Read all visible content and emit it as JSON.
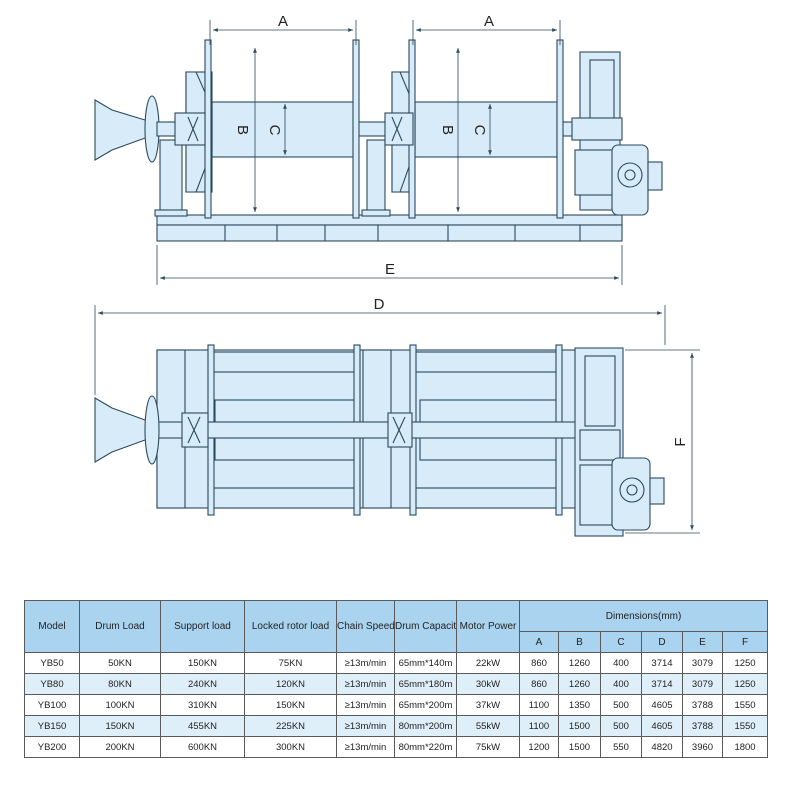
{
  "drawing": {
    "labels": {
      "dim_a_left": "A",
      "dim_a_right": "A",
      "dim_b_left": "B",
      "dim_c_left": "C",
      "dim_b_right": "B",
      "dim_c_right": "C",
      "dim_e": "E",
      "dim_d": "D",
      "dim_f": "F"
    },
    "colors": {
      "fill": "#d7ecf8",
      "stroke": "#2b4a5e",
      "header_bg": "#a9d3ef",
      "row_alt": "#dfeffa"
    }
  },
  "table": {
    "headers": {
      "model": "Model",
      "drum_load": "Drum Load",
      "support_load": "Support load",
      "locked_rotor_load": "Locked rotor load",
      "chain_speed": "Chain Speed",
      "drum_capacity": "Drum Capacity",
      "motor_power": "Motor Power",
      "dimensions": "Dimensions(mm)",
      "a": "A",
      "b": "B",
      "c": "C",
      "d": "D",
      "e": "E",
      "f": "F"
    },
    "rows": [
      [
        "YB50",
        "50KN",
        "150KN",
        "75KN",
        "≥13m/min",
        "65mm*140m",
        "22kW",
        "860",
        "1260",
        "400",
        "3714",
        "3079",
        "1250"
      ],
      [
        "YB80",
        "80KN",
        "240KN",
        "120KN",
        "≥13m/min",
        "65mm*180m",
        "30kW",
        "860",
        "1260",
        "400",
        "3714",
        "3079",
        "1250"
      ],
      [
        "YB100",
        "100KN",
        "310KN",
        "150KN",
        "≥13m/min",
        "65mm*200m",
        "37kW",
        "1100",
        "1350",
        "500",
        "4605",
        "3788",
        "1550"
      ],
      [
        "YB150",
        "150KN",
        "455KN",
        "225KN",
        "≥13m/min",
        "80mm*200m",
        "55kW",
        "1100",
        "1500",
        "500",
        "4605",
        "3788",
        "1550"
      ],
      [
        "YB200",
        "200KN",
        "600KN",
        "300KN",
        "≥13m/min",
        "80mm*220m",
        "75kW",
        "1200",
        "1500",
        "550",
        "4820",
        "3960",
        "1800"
      ]
    ]
  }
}
